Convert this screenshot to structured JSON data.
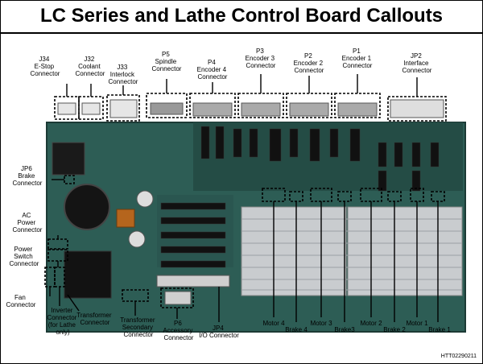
{
  "title": "LC Series and Lathe Control Board Callouts",
  "image_code": "HTT02290211",
  "colors": {
    "board": "#2d5d55",
    "heatsink": "#c9cccf",
    "callout_box": "#ffffff",
    "leader": "#000000"
  },
  "callouts": [
    {
      "id": "j34",
      "lines": [
        "J34",
        "E-Stop",
        "Connector"
      ]
    },
    {
      "id": "j32",
      "lines": [
        "J32",
        "Coolant",
        "Connector"
      ]
    },
    {
      "id": "j33",
      "lines": [
        "J33",
        "Interlock",
        "Connector"
      ]
    },
    {
      "id": "p5",
      "lines": [
        "P5",
        "Spindle",
        "Connector"
      ]
    },
    {
      "id": "p4",
      "lines": [
        "P4",
        "Encoder 4",
        "Connector"
      ]
    },
    {
      "id": "p3",
      "lines": [
        "P3",
        "Encoder 3",
        "Connector"
      ]
    },
    {
      "id": "p2",
      "lines": [
        "P2",
        "Encoder 2",
        "Connector"
      ]
    },
    {
      "id": "p1",
      "lines": [
        "P1",
        "Encoder 1",
        "Connector"
      ]
    },
    {
      "id": "jp2",
      "lines": [
        "JP2",
        "Interface",
        "Connector"
      ]
    },
    {
      "id": "jp6",
      "lines": [
        "JP6",
        "Brake",
        "Connector"
      ]
    },
    {
      "id": "ac-power",
      "lines": [
        "AC",
        "Power",
        "Connector"
      ]
    },
    {
      "id": "power-switch",
      "lines": [
        "Power",
        "Switch",
        "Connector"
      ]
    },
    {
      "id": "fan",
      "lines": [
        "Fan",
        "Connector"
      ]
    },
    {
      "id": "inverter",
      "lines": [
        "Inverter",
        "Connector",
        "(for Lathe",
        "only)"
      ]
    },
    {
      "id": "transformer",
      "lines": [
        "Transformer",
        "Connector"
      ]
    },
    {
      "id": "transformer-secondary",
      "lines": [
        "Transformer",
        "Secondary",
        "Connector"
      ]
    },
    {
      "id": "p6",
      "lines": [
        "P6",
        "Accessory",
        "Connector"
      ]
    },
    {
      "id": "jp4",
      "lines": [
        "JP4",
        "I/O Connector"
      ]
    },
    {
      "id": "motor4",
      "lines": [
        "Motor 4"
      ]
    },
    {
      "id": "brake4",
      "lines": [
        "Brake 4"
      ]
    },
    {
      "id": "motor3",
      "lines": [
        "Motor 3"
      ]
    },
    {
      "id": "brake3",
      "lines": [
        "Brake3"
      ]
    },
    {
      "id": "motor2",
      "lines": [
        "Motor 2"
      ]
    },
    {
      "id": "brake2",
      "lines": [
        "Brake 2"
      ]
    },
    {
      "id": "motor1",
      "lines": [
        "Motor 1"
      ]
    },
    {
      "id": "brake1",
      "lines": [
        "Brake 1"
      ]
    }
  ]
}
